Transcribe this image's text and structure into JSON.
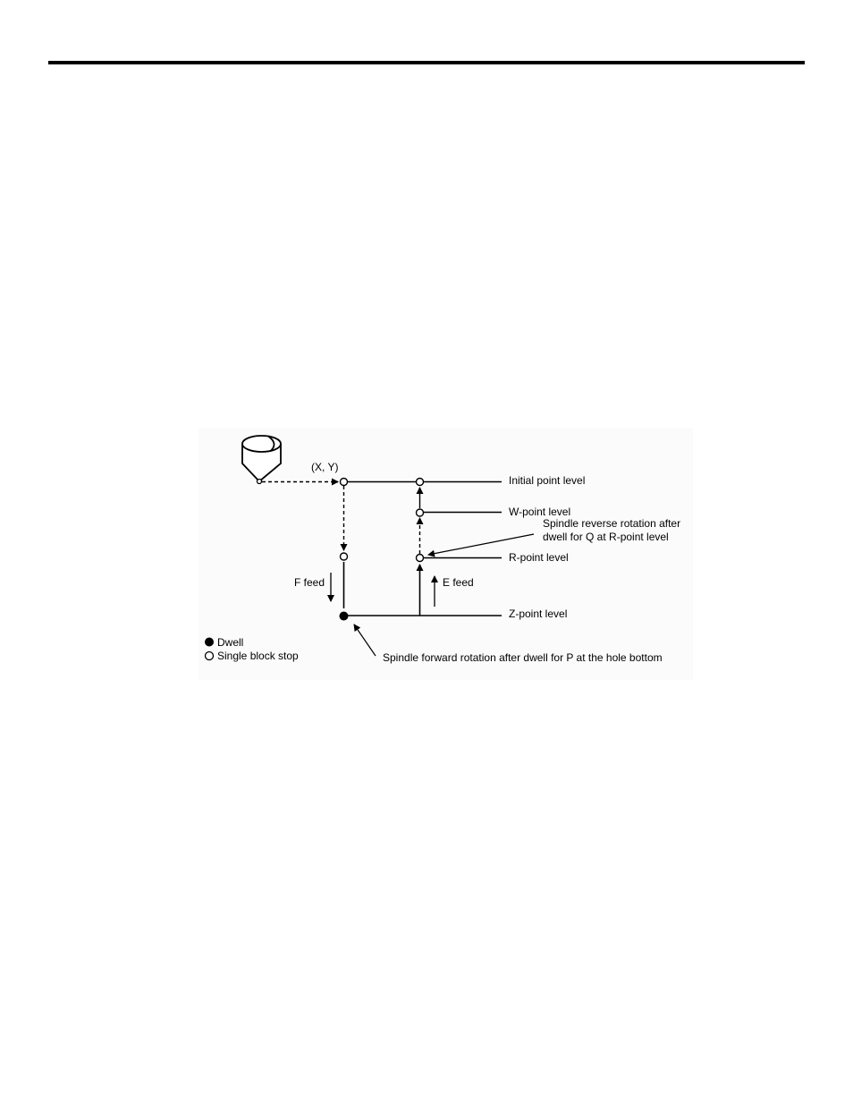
{
  "diagram": {
    "position_label": "(X, Y)",
    "levels": {
      "initial": "Initial point level",
      "w_point": "W-point level",
      "r_point": "R-point level",
      "z_point": "Z-point level"
    },
    "feeds": {
      "f_feed": "F feed",
      "e_feed": "E feed"
    },
    "annotations": {
      "reverse_line1": "Spindle reverse rotation after",
      "reverse_line2": "dwell for Q at R-point level",
      "forward": "Spindle forward rotation after dwell for P at the hole bottom"
    },
    "legend": {
      "dwell": "Dwell",
      "single_block_stop": "Single block stop"
    }
  }
}
